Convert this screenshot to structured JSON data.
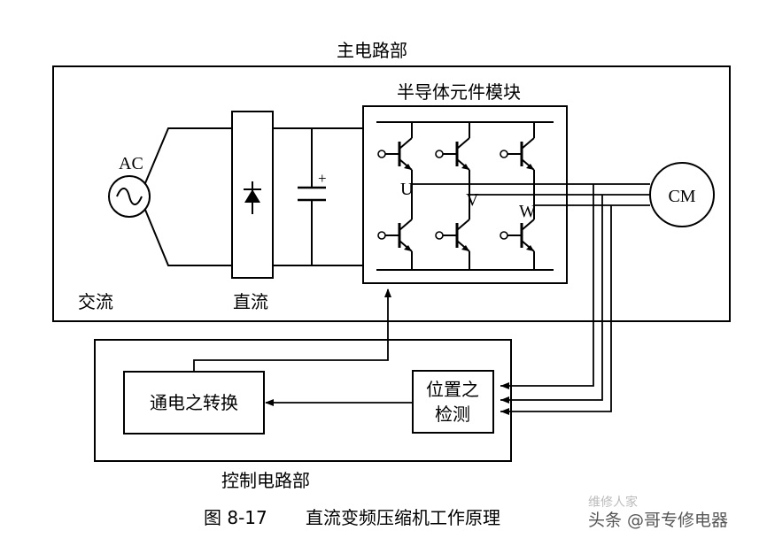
{
  "labels": {
    "main_circuit": "主电路部",
    "semiconductor_module": "半导体元件模块",
    "ac": "AC",
    "ac_side": "交流",
    "dc_side": "直流",
    "phase_u": "U",
    "phase_v": "V",
    "phase_w": "W",
    "motor": "CM",
    "commutation": "通电之转换",
    "position_detect_line1": "位置之",
    "position_detect_line2": "检测",
    "control_circuit": "控制电路部",
    "capacitor_polarity": "+"
  },
  "caption": {
    "figure_number": "图 8-17",
    "title": "直流变频压缩机工作原理"
  },
  "watermark": {
    "text": "头条 @哥专修电器",
    "faint_text": "维修人家"
  }
}
